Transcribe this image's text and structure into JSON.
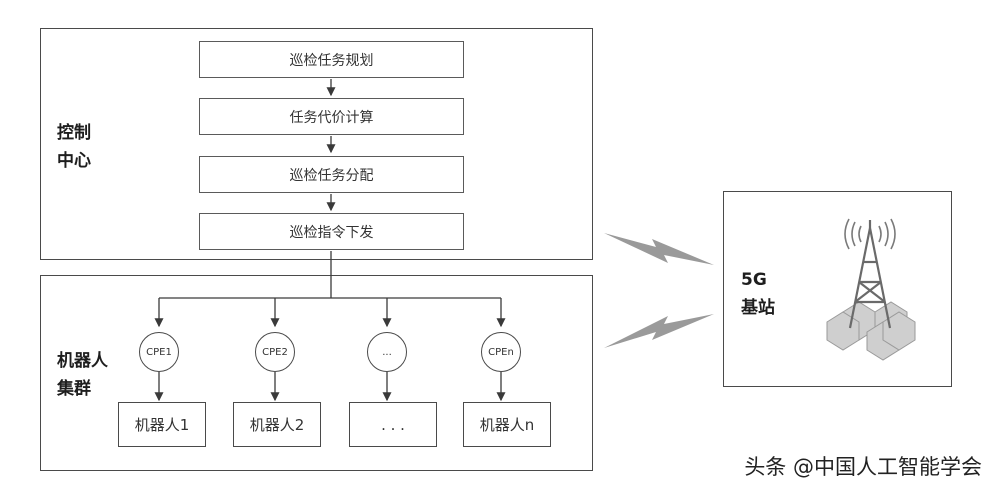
{
  "control_center": {
    "label": "控制\n中心",
    "steps": [
      "巡检任务规划",
      "任务代价计算",
      "巡检任务分配",
      "巡检指令下发"
    ]
  },
  "robot_cluster": {
    "label": "机器人\n集群",
    "cpe_nodes": [
      "CPE1",
      "CPE2",
      "...",
      "CPEn"
    ],
    "robots": [
      "机器人1",
      "机器人2",
      ". . .",
      "机器人n"
    ]
  },
  "base_station": {
    "label": "5G\n基站",
    "icon": "5g-tower-icon"
  },
  "watermark": "头条 @中国人工智能学会",
  "colors": {
    "border": "#4a4a4a",
    "bolt": "#9a9a9a",
    "hexagon": "#cfcfcf",
    "tower": "#6a6a6a"
  }
}
